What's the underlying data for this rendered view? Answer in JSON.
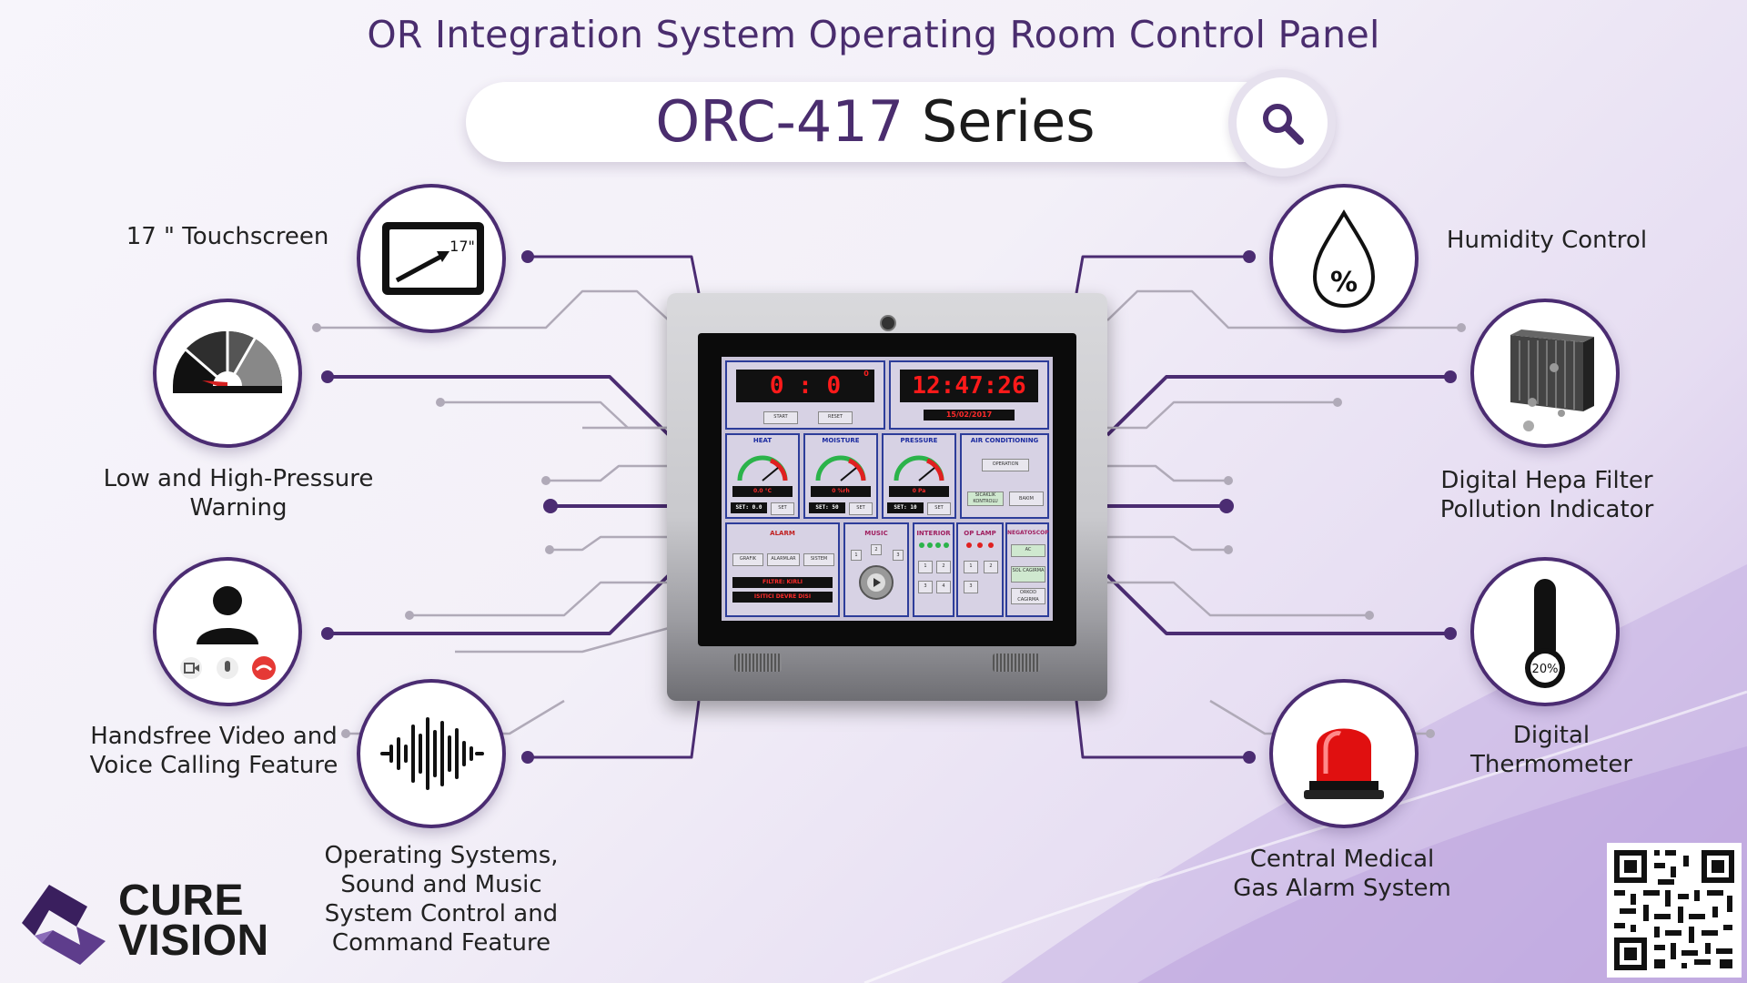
{
  "header": {
    "title": "OR Integration System Operating Room Control Panel",
    "series_model": "ORC-417",
    "series_word": "Series"
  },
  "features_left": [
    {
      "icon": "touchscreen-icon",
      "label_lines": [
        "17 \" Touchscreen"
      ],
      "icon_text": "17\""
    },
    {
      "icon": "pressure-gauge-icon",
      "label_lines": [
        "Low and High-Pressure",
        "Warning"
      ]
    },
    {
      "icon": "video-call-icon",
      "label_lines": [
        "Handsfree Video and",
        "Voice Calling Feature"
      ]
    },
    {
      "icon": "sound-wave-icon",
      "label_lines": [
        "Operating Systems,",
        "Sound and Music",
        "System Control and",
        "Command Feature"
      ]
    }
  ],
  "features_right": [
    {
      "icon": "humidity-drop-icon",
      "label_lines": [
        "Humidity Control"
      ],
      "icon_text": "%"
    },
    {
      "icon": "hepa-filter-icon",
      "label_lines": [
        "Digital Hepa Filter",
        "Pollution Indicator"
      ]
    },
    {
      "icon": "thermometer-icon",
      "label_lines": [
        "Digital",
        "Thermometer"
      ],
      "icon_text": "20%"
    },
    {
      "icon": "alarm-light-icon",
      "label_lines": [
        "Central Medical",
        "Gas Alarm System"
      ]
    }
  ],
  "device_screen": {
    "timer": "0 : 0",
    "timer_sup": "0",
    "clock": "12:47:26",
    "date": "15/02/2017",
    "timer_buttons": [
      "START",
      "RESET"
    ],
    "gauges": [
      {
        "title": "HEAT",
        "reading": "0.0 °C",
        "set": "SET: 0.0"
      },
      {
        "title": "MOISTURE",
        "reading": "0 %rh",
        "set": "SET: 50"
      },
      {
        "title": "PRESSURE",
        "reading": "0 Pa",
        "set": "SET: 10"
      }
    ],
    "set_button": "SET",
    "air_conditioning": {
      "title": "AIR CONDITIONING",
      "buttons": [
        "OPERATION",
        "SICAKLIK KONTROLU",
        "BAKIM"
      ]
    },
    "alarm": {
      "title": "ALARM",
      "buttons": [
        "GRAFIK",
        "ALARMLAR",
        "SISTEM"
      ],
      "messages": [
        "FILTRE: KIRLI",
        "ISITICI DEVRE DISI"
      ]
    },
    "music": {
      "title": "MUSIC",
      "tracks": [
        "1",
        "2",
        "3"
      ]
    },
    "interior": {
      "title": "INTERIOR",
      "keys": [
        "1",
        "2",
        "3",
        "4"
      ]
    },
    "op_lamp": {
      "title": "OP LAMP",
      "keys": [
        "1",
        "2",
        "3"
      ]
    },
    "negatoscope": {
      "title": "NEGATOSCOP",
      "buttons": [
        "AC",
        "SOL CAGIRMA",
        "ORKOD CAGIRMA"
      ]
    }
  },
  "brand": {
    "line1": "CURE",
    "line2": "VISION"
  },
  "colors": {
    "accent": "#4a2d6e",
    "circle_border": "#4b2c72",
    "alarm_red": "#e01010",
    "connector": "#4b2c72"
  }
}
